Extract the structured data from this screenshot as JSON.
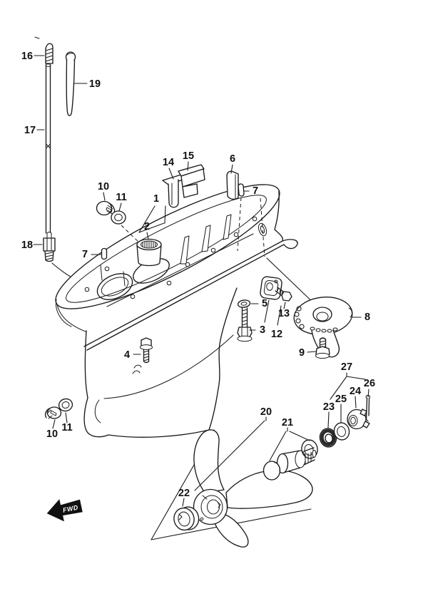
{
  "callouts": {
    "c1": "1",
    "c2": "2",
    "c3": "3",
    "c4": "4",
    "c5": "5",
    "c6": "6",
    "c7": "7",
    "c8": "8",
    "c9": "9",
    "c10": "10",
    "c11": "11",
    "c12": "12",
    "c13": "13",
    "c14": "14",
    "c15": "15",
    "c16": "16",
    "c17": "17",
    "c18": "18",
    "c19": "19",
    "c20": "20",
    "c21": "21",
    "c22": "22",
    "c23": "23",
    "c24": "24",
    "c25": "25",
    "c26": "26",
    "c27": "27"
  },
  "fwd_label": "FWD",
  "colors": {
    "line": "#1a1a1a",
    "background": "#ffffff",
    "arrow_fill": "#111111"
  }
}
